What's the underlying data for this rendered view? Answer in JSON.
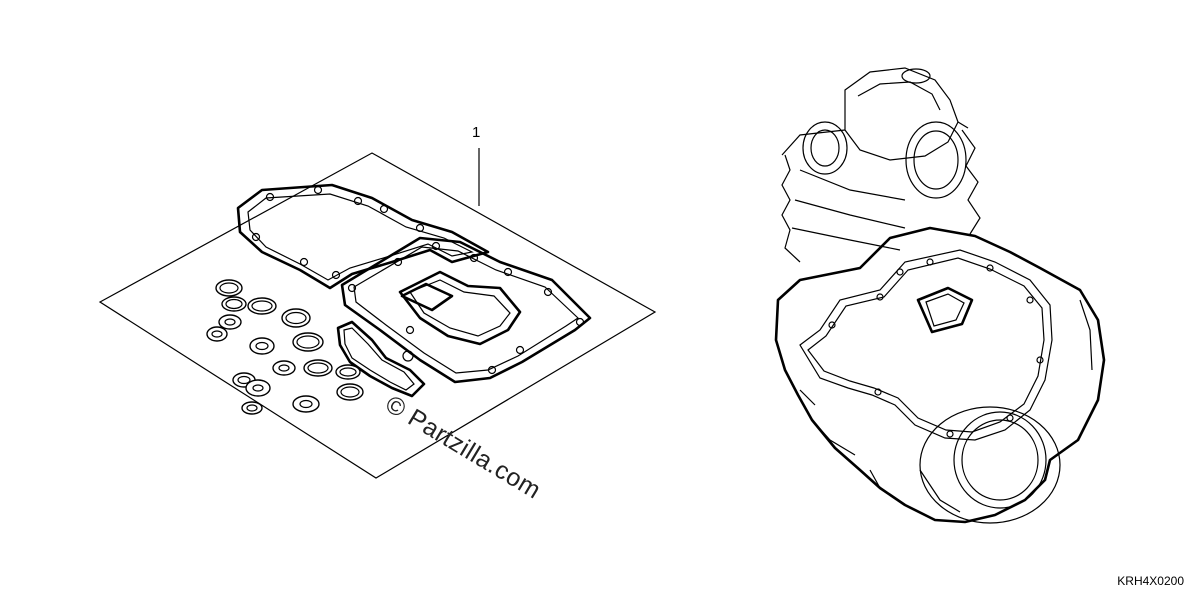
{
  "callout": {
    "part_number": "1"
  },
  "watermark": {
    "text": "© Partzilla.com"
  },
  "diagram_code": "KRH4X0200",
  "icons": {
    "gasket_kit": "gasket-kit-illustration",
    "engine": "engine-illustration"
  }
}
